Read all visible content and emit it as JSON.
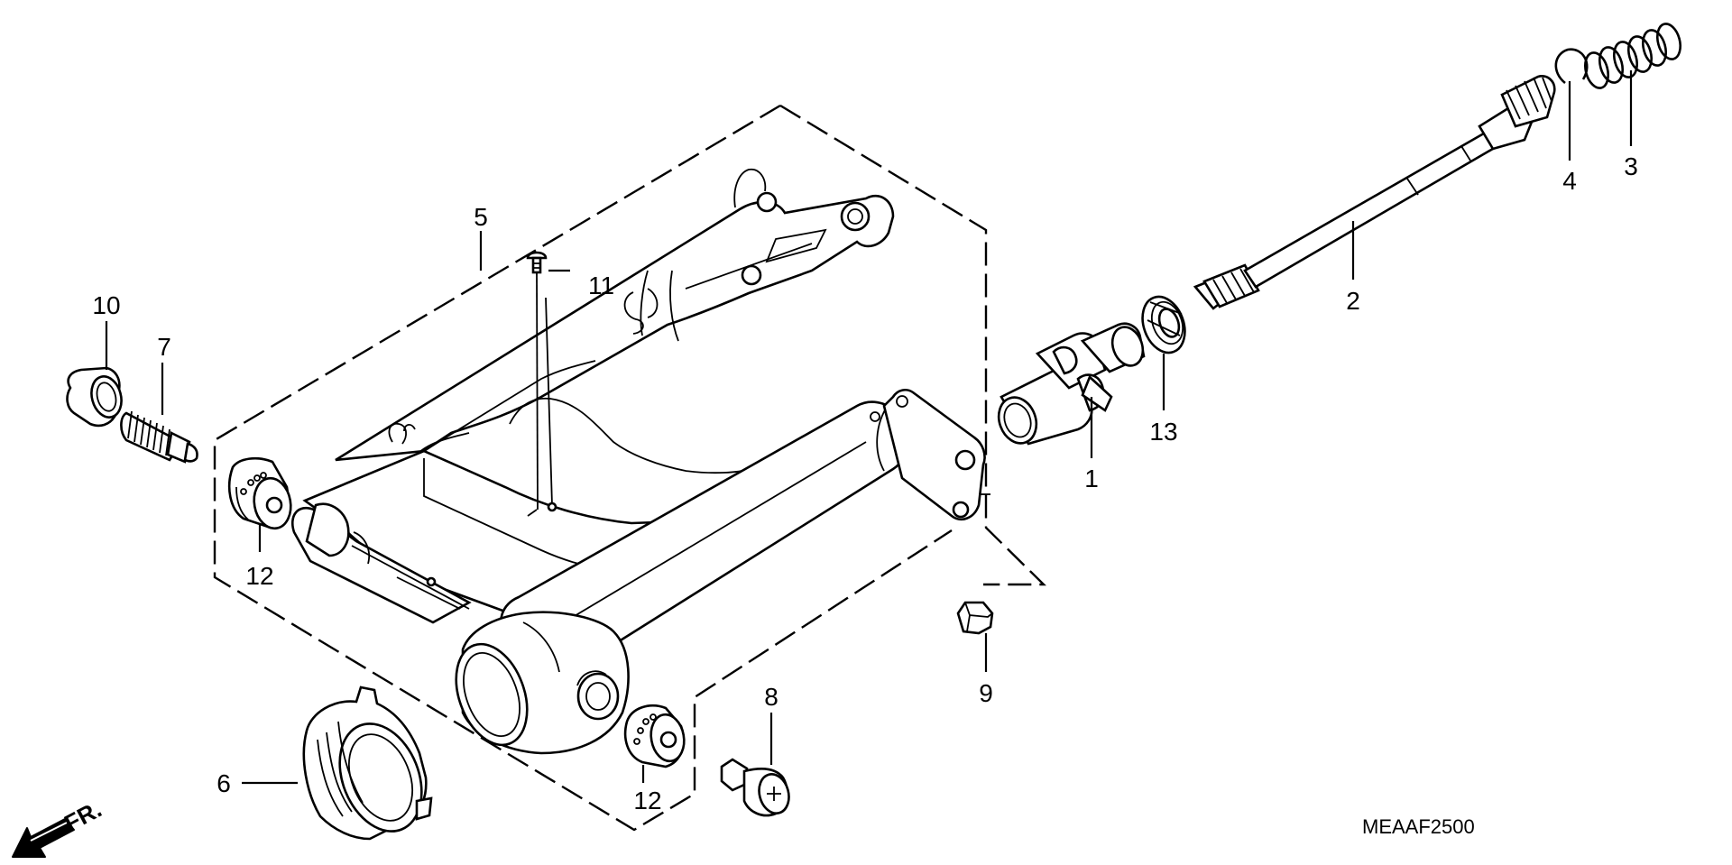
{
  "callouts": {
    "c1": "1",
    "c2": "2",
    "c3": "3",
    "c4": "4",
    "c5": "5",
    "c6": "6",
    "c7": "7",
    "c8": "8",
    "c9": "9",
    "c10": "10",
    "c11": "11",
    "c12a": "12",
    "c12b": "12",
    "c13": "13"
  },
  "front_marker": "FR.",
  "diagram_code": "MEAAF2500",
  "icons": {
    "front_arrow": "front-direction-arrow-icon"
  }
}
